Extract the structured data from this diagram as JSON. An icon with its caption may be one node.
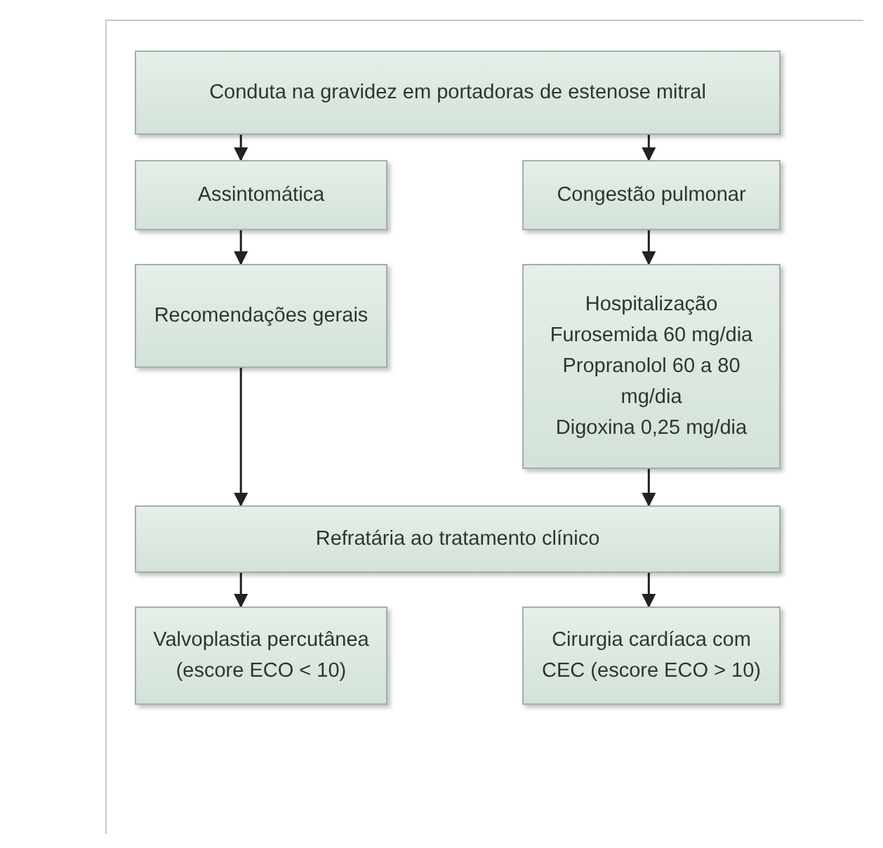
{
  "diagram": {
    "nodes": [
      {
        "text": [
          "Conduta na gravidez em portadoras de estenose mitral"
        ]
      },
      {
        "text": [
          "Assintomática"
        ]
      },
      {
        "text": [
          "Congestão pulmonar"
        ]
      },
      {
        "text": [
          "Recomendações gerais"
        ]
      },
      {
        "text": [
          "Hospitalização",
          "Furosemida 60 mg/dia",
          "Propranolol 60 a 80 mg/dia",
          "Digoxina 0,25 mg/dia"
        ]
      },
      {
        "text": [
          "Refratária ao tratamento clínico"
        ]
      },
      {
        "text": [
          "Valvoplastia percutânea (escore ECO < 10)"
        ]
      },
      {
        "text": [
          "Cirurgia cardíaca com CEC (escore ECO > 10)"
        ]
      }
    ],
    "edges": [
      {
        "from": 0,
        "to": 1,
        "arrow": "to"
      },
      {
        "from": 0,
        "to": 2,
        "arrow": "to"
      },
      {
        "from": 1,
        "to": 3,
        "arrow": "to"
      },
      {
        "from": 2,
        "to": 4,
        "arrow": "to"
      },
      {
        "from": 3,
        "to": 5,
        "arrow": "to"
      },
      {
        "from": 4,
        "to": 5,
        "arrow": "to"
      },
      {
        "from": 5,
        "to": 6,
        "arrow": "to"
      },
      {
        "from": 5,
        "to": 7,
        "arrow": "to"
      }
    ]
  }
}
